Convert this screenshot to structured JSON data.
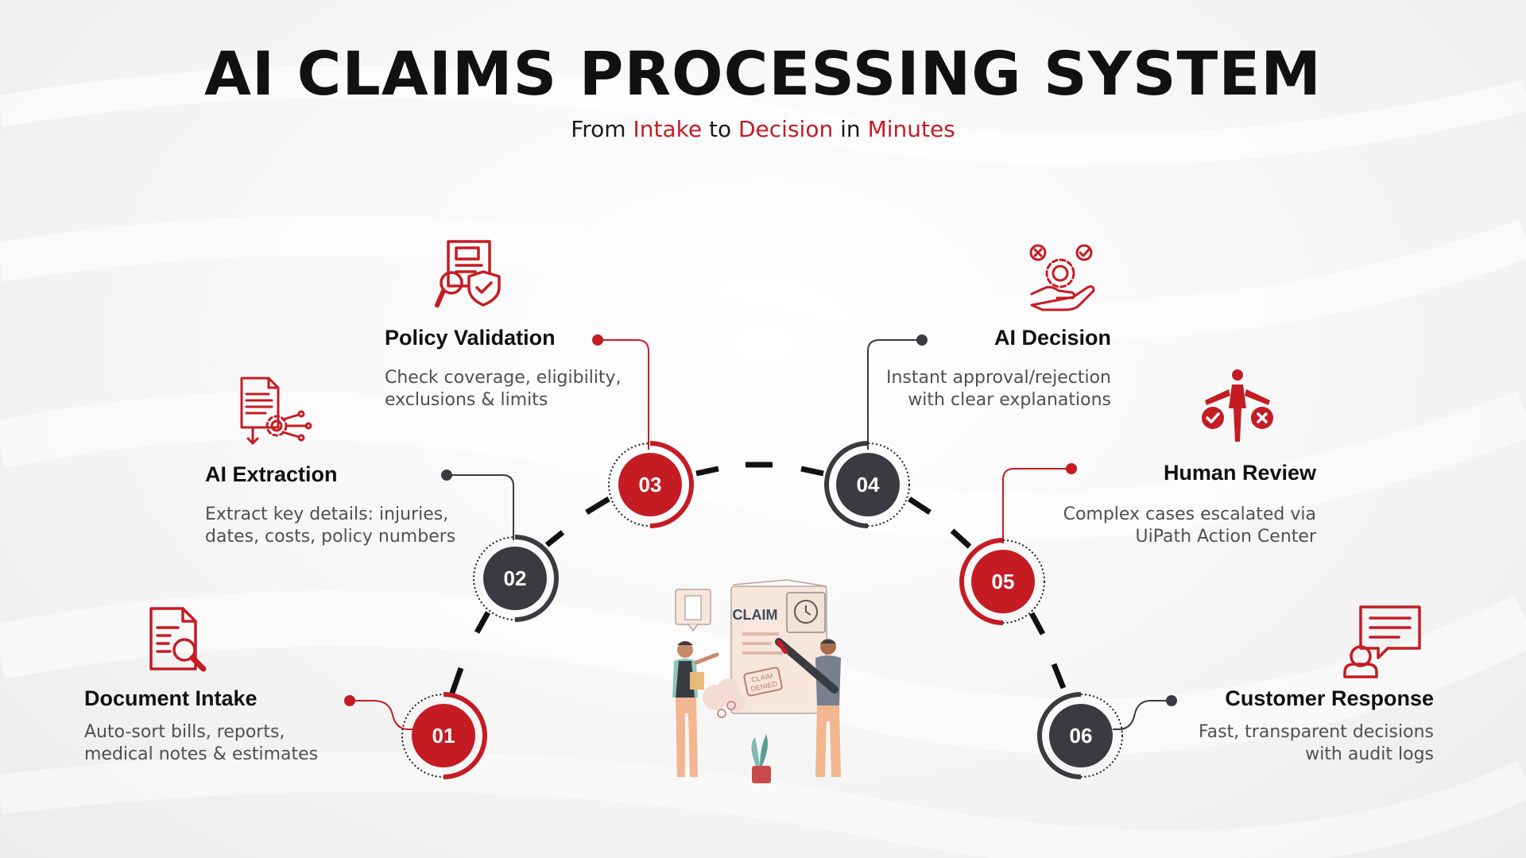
{
  "title": "AI CLAIMS PROCESSING SYSTEM",
  "subtitle": {
    "from": "From",
    "intake": "Intake",
    "to": "to",
    "decision": "Decision",
    "in": "in",
    "minutes": "Minutes"
  },
  "colors": {
    "accent": "#c51c24",
    "dark": "#3a3b40"
  },
  "steps": [
    {
      "number": "01",
      "title": "Document Intake",
      "desc": [
        "Auto-sort bills, reports,",
        "medical notes & estimates"
      ],
      "icon": "document-search-icon",
      "style": "red"
    },
    {
      "number": "02",
      "title": "AI Extraction",
      "desc": [
        "Extract key details: injuries,",
        "dates, costs, policy numbers"
      ],
      "icon": "document-gear-icon",
      "style": "dark"
    },
    {
      "number": "03",
      "title": "Policy Validation",
      "desc": [
        "Check coverage, eligibility,",
        "exclusions & limits"
      ],
      "icon": "policy-shield-icon",
      "style": "red"
    },
    {
      "number": "04",
      "title": "AI Decision",
      "desc": [
        "Instant approval/rejection",
        "with clear explanations"
      ],
      "icon": "hand-gear-decision-icon",
      "style": "dark"
    },
    {
      "number": "05",
      "title": "Human Review",
      "desc": [
        "Complex cases escalated via",
        "UiPath Action Center"
      ],
      "icon": "person-approve-reject-icon",
      "style": "red"
    },
    {
      "number": "06",
      "title": "Customer Response",
      "desc": [
        "Fast, transparent decisions",
        "with audit logs"
      ],
      "icon": "customer-chat-icon",
      "style": "dark"
    }
  ],
  "illustration": {
    "claim_label": "CLAIM",
    "stamp_label_1": "CLAIM",
    "stamp_label_2": "DENIED"
  }
}
